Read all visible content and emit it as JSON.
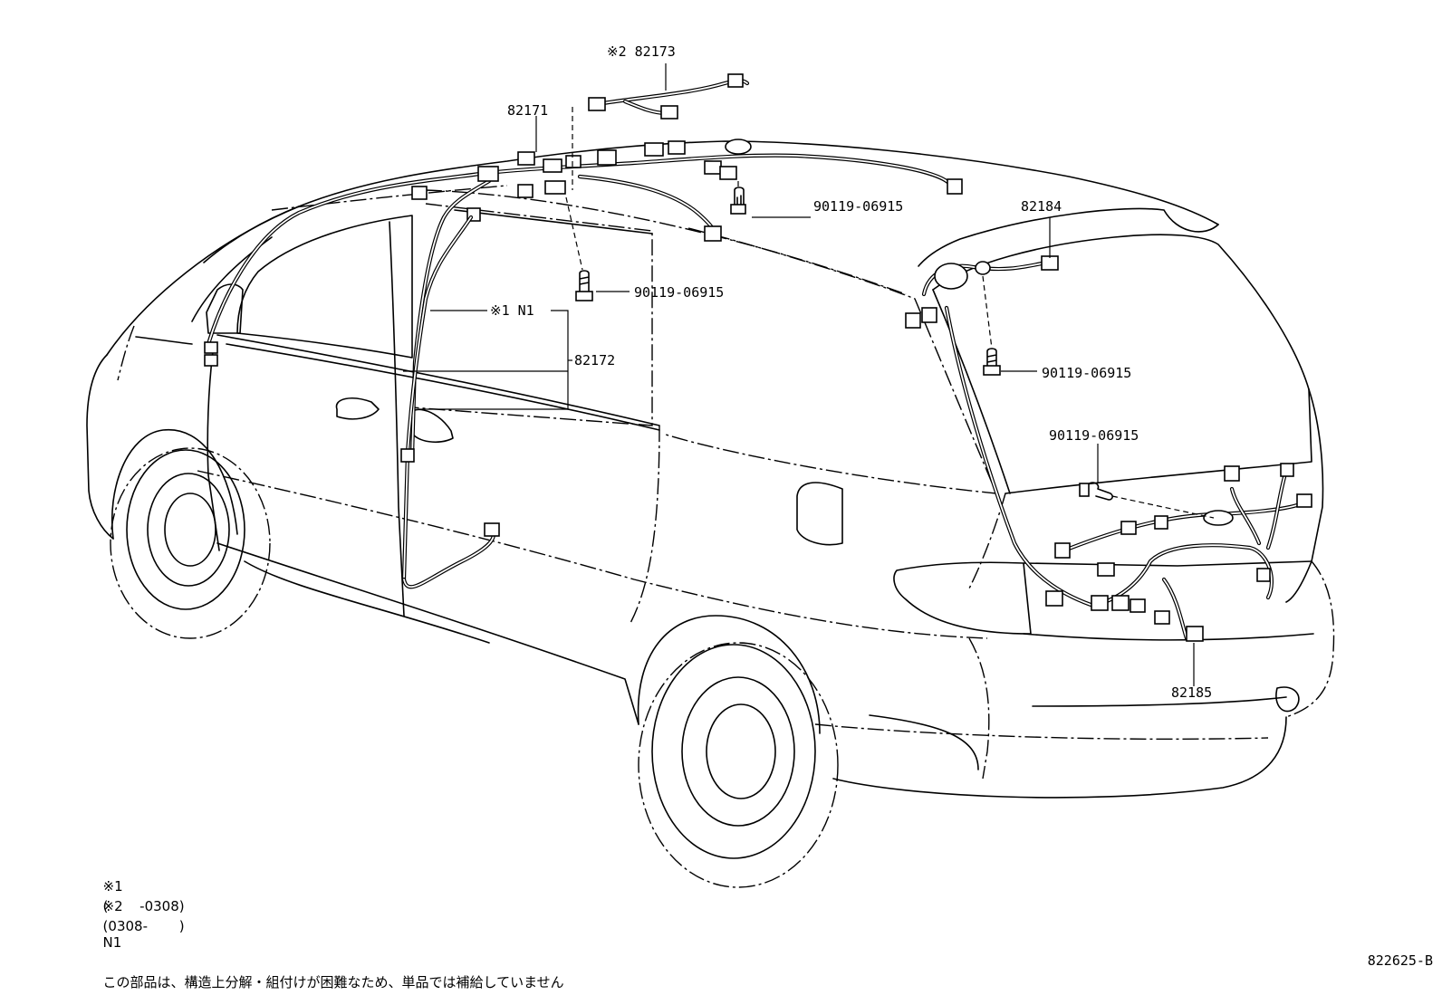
{
  "diagram_id": "822625-B",
  "part_labels": {
    "p82173": "※2 82173",
    "p82171": "82171",
    "p82172": "82172",
    "p82172_note": "※1 N1",
    "p82184": "82184",
    "p82185": "82185",
    "bolt_roof": "90119-06915",
    "bolt_front": "90119-06915",
    "bolt_rear_upper": "90119-06915",
    "bolt_rear_lower": "90119-06915"
  },
  "notes": {
    "n1_mark": "※1",
    "n1_text": "(　　 -0308)",
    "n2_mark": "※2",
    "n2_text": "(0308-　　 )",
    "n1_label": "N1",
    "n1_desc": "この部品は、構造上分解・組付けが困難なため、単品では補給していません"
  }
}
